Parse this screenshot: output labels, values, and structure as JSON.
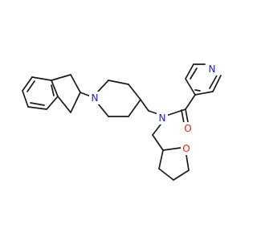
{
  "colors": {
    "background": "#ffffff",
    "bond": "#1a1a1a",
    "carbon": "#1a1a1a",
    "nitrogen": "#2020d8",
    "oxygen": "#e02020"
  },
  "atoms": {
    "n_pyridine": {
      "element": "N",
      "label": "N"
    },
    "o_carbonyl": {
      "element": "O",
      "label": "O"
    },
    "n_amide": {
      "element": "N",
      "label": "N"
    },
    "n_piperidine": {
      "element": "N",
      "label": "N"
    },
    "o_thf": {
      "element": "O",
      "label": "O"
    }
  }
}
